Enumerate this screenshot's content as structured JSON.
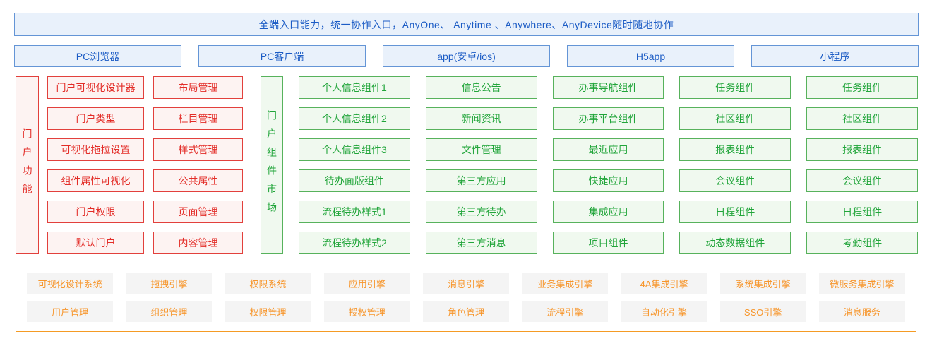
{
  "banner": {
    "text": "全端入口能力，统一协作入口，AnyOne、 Anytime 、Anywhere、AnyDevice随时随地协作"
  },
  "devices": [
    "PC浏览器",
    "PC客户端",
    "app(安卓/ios)",
    "H5app",
    "小程序"
  ],
  "portal_functions": {
    "label": "门户功能",
    "col1": [
      "门户可视化设计器",
      "门户类型",
      "可视化拖拉设置",
      "组件属性可视化",
      "门户权限",
      "默认门户"
    ],
    "col2": [
      "布局管理",
      "栏目管理",
      "样式管理",
      "公共属性",
      "页面管理",
      "内容管理"
    ]
  },
  "component_market": {
    "label": "门户组件市场",
    "cols": [
      [
        "个人信息组件1",
        "个人信息组件2",
        "个人信息组件3",
        "待办面版组件",
        "流程待办样式1",
        "流程待办样式2"
      ],
      [
        "信息公告",
        "新闻资讯",
        "文件管理",
        "第三方应用",
        "第三方待办",
        "第三方消息"
      ],
      [
        "办事导航组件",
        "办事平台组件",
        "最近应用",
        "快捷应用",
        "集成应用",
        "项目组件"
      ],
      [
        "任务组件",
        "社区组件",
        "报表组件",
        "会议组件",
        "日程组件",
        "动态数据组件"
      ],
      [
        "任务组件",
        "社区组件",
        "报表组件",
        "会议组件",
        "日程组件",
        "考勤组件"
      ]
    ]
  },
  "engines": {
    "row1": [
      "可视化设计系统",
      "拖拽引擎",
      "权限系统",
      "应用引擎",
      "消息引擎",
      "业务集成引擎",
      "4A集成引擎",
      "系统集成引擎",
      "微服务集成引擎"
    ],
    "row2": [
      "用户管理",
      "组织管理",
      "权限管理",
      "授权管理",
      "角色管理",
      "流程引擎",
      "自动化引擎",
      "SSO引擎",
      "消息服务"
    ]
  },
  "colors": {
    "blue_border": "#6495d6",
    "blue_fill": "#e9f1fb",
    "blue_text": "#1c5cc5",
    "red_border": "#e2403c",
    "red_fill": "#fdf3f2",
    "red_text": "#e32d28",
    "green_border": "#57b25c",
    "green_fill": "#f0f9ef",
    "green_text": "#21a53a",
    "orange": "#f59b24",
    "engine_box_fill": "#f4f4f4"
  }
}
